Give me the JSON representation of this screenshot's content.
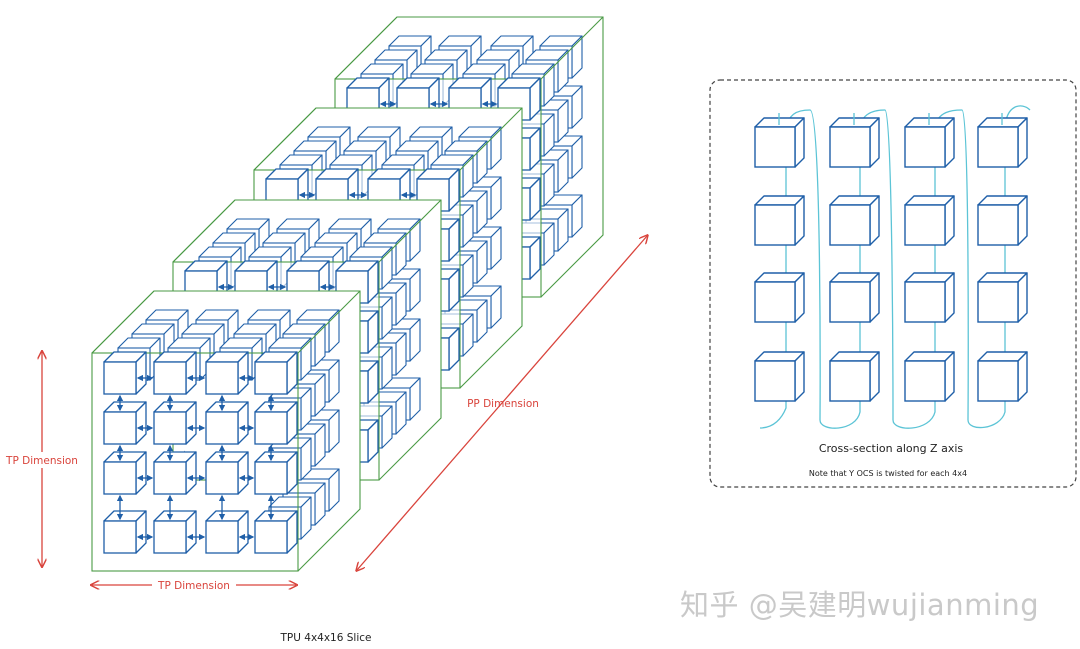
{
  "left_diagram": {
    "tp_dimension_vertical": "TP Dimension",
    "tp_dimension_horizontal": "TP Dimension",
    "pp_dimension": "PP Dimension",
    "caption": "TPU 4x4x16 Slice"
  },
  "right_panel": {
    "title": "Cross-section along Z axis",
    "note": "Note that Y OCS is twisted for each 4x4"
  },
  "watermark": "知乎 @吴建明wujianming",
  "colors": {
    "chip": "#1f5fa8",
    "slab_border": "#4a9a45",
    "dimension_arrow": "#d9443c",
    "wire": "#5cc4d6",
    "panel_border": "#444444"
  }
}
